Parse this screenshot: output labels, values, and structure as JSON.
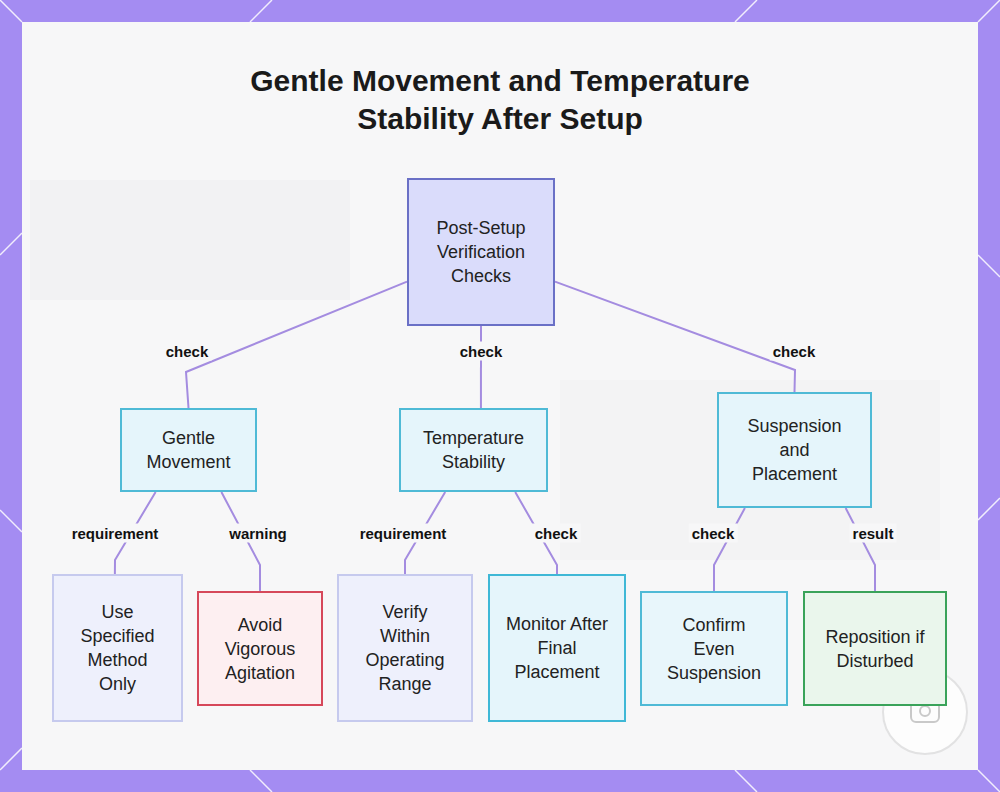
{
  "diagram": {
    "title": "Gentle Movement and Temperature Stability After Setup",
    "nodes": [
      {
        "text": [
          "Post-Setup Verification Checks"
        ]
      },
      {
        "text": [
          "Gentle Movement"
        ]
      },
      {
        "text": [
          "Temperature Stability"
        ]
      },
      {
        "text": [
          "Suspension and Placement"
        ]
      },
      {
        "text": [
          "Use Specified Method Only"
        ]
      },
      {
        "text": [
          "Avoid Vigorous Agitation"
        ]
      },
      {
        "text": [
          "Verify Within Operating Range"
        ]
      },
      {
        "text": [
          "Monitor After Final Placement"
        ]
      },
      {
        "text": [
          "Confirm Even Suspension"
        ]
      },
      {
        "text": [
          "Reposition if Disturbed"
        ]
      }
    ],
    "edges": [
      {
        "from": 0,
        "to": 1,
        "label": "check",
        "arrow": "none"
      },
      {
        "from": 0,
        "to": 2,
        "label": "check",
        "arrow": "none"
      },
      {
        "from": 0,
        "to": 3,
        "label": "check",
        "arrow": "none"
      },
      {
        "from": 1,
        "to": 4,
        "label": "requirement",
        "arrow": "none"
      },
      {
        "from": 1,
        "to": 5,
        "label": "warning",
        "arrow": "none"
      },
      {
        "from": 2,
        "to": 6,
        "label": "requirement",
        "arrow": "none"
      },
      {
        "from": 2,
        "to": 7,
        "label": "check",
        "arrow": "none"
      },
      {
        "from": 3,
        "to": 8,
        "label": "check",
        "arrow": "none"
      },
      {
        "from": 3,
        "to": 9,
        "label": "result",
        "arrow": "none"
      }
    ]
  }
}
